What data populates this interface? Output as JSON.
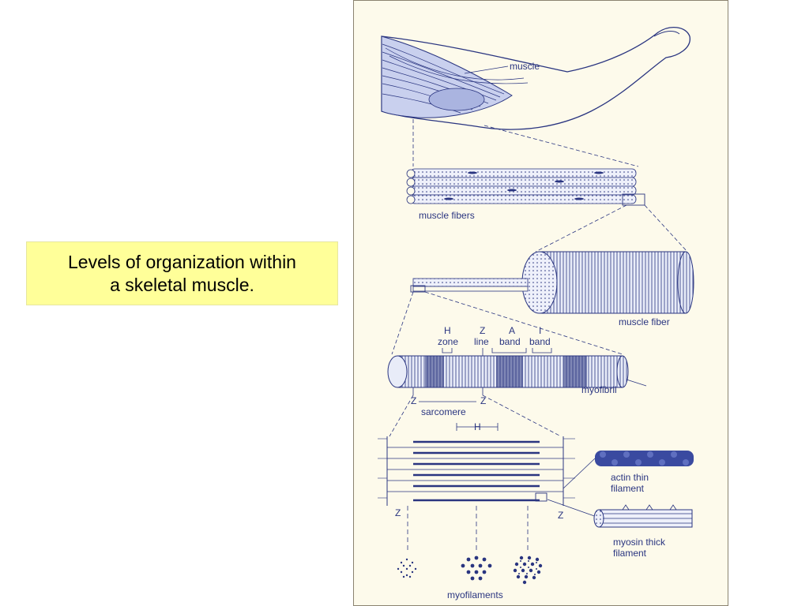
{
  "caption": {
    "line1": "Levels of organization within",
    "line2": "a skeletal muscle."
  },
  "figure": {
    "ink_color": "#2a3580",
    "paper_color": "#fdfaeb",
    "labels": {
      "muscle": "muscle",
      "muscle_fibers": "muscle fibers",
      "muscle_fiber": "muscle fiber",
      "h_zone_letter": "H",
      "h_zone_word": "zone",
      "z_line_letter": "Z",
      "z_line_word": "line",
      "a_band_letter": "A",
      "a_band_word": "band",
      "i_band_letter": "I",
      "i_band_word": "band",
      "myofibril": "myofibril",
      "z_left": "Z",
      "z_right": "Z",
      "sarcomere": "sarcomere",
      "h_span": "H",
      "actin_line1": "actin thin",
      "actin_line2": "filament",
      "z_bottom_left": "Z",
      "z_bottom_right": "Z",
      "myosin_line1": "myosin thick",
      "myosin_line2": "filament",
      "myofilaments": "myofilaments"
    }
  }
}
